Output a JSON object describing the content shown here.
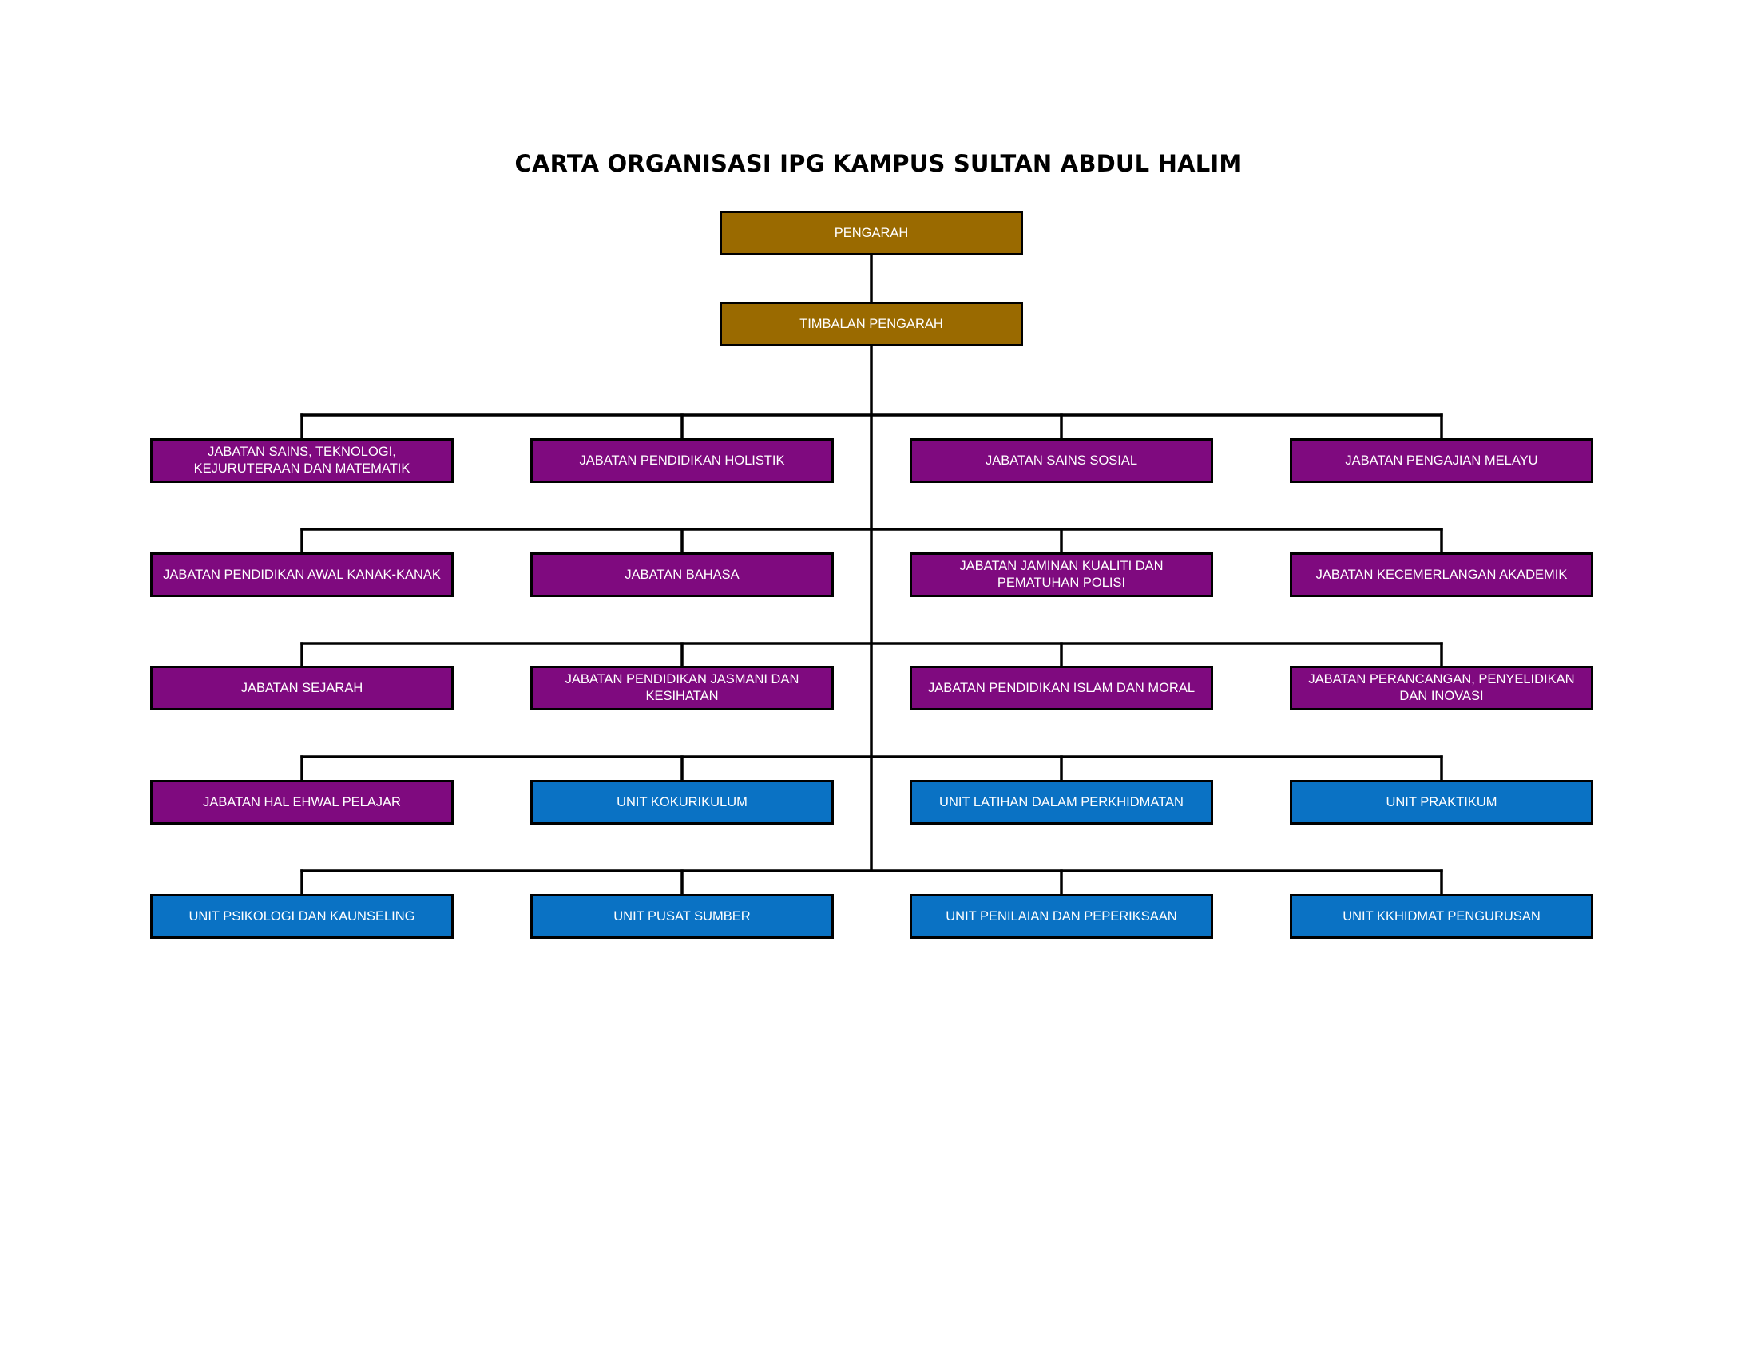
{
  "title": "CARTA ORGANISASI IPG KAMPUS SULTAN ABDUL HALIM",
  "colors": {
    "leadership": "#9a6a00",
    "jabatan": "#7f0a7f",
    "unit": "#0a72c4",
    "border": "#000000",
    "connector": "#000000"
  },
  "leadership": {
    "pengarah": "PENGARAH",
    "timbalan": "TIMBALAN PENGARAH"
  },
  "rows": [
    [
      {
        "label": "JABATAN SAINS, TEKNOLOGI, KEJURUTERAAN DAN MATEMATIK",
        "kind": "jabatan"
      },
      {
        "label": "JABATAN PENDIDIKAN HOLISTIK",
        "kind": "jabatan"
      },
      {
        "label": "JABATAN SAINS SOSIAL",
        "kind": "jabatan"
      },
      {
        "label": "JABATAN PENGAJIAN MELAYU",
        "kind": "jabatan"
      }
    ],
    [
      {
        "label": "JABATAN PENDIDIKAN AWAL KANAK-KANAK",
        "kind": "jabatan"
      },
      {
        "label": "JABATAN BAHASA",
        "kind": "jabatan"
      },
      {
        "label": "JABATAN JAMINAN KUALITI DAN PEMATUHAN POLISI",
        "kind": "jabatan"
      },
      {
        "label": "JABATAN KECEMERLANGAN AKADEMIK",
        "kind": "jabatan"
      }
    ],
    [
      {
        "label": "JABATAN SEJARAH",
        "kind": "jabatan"
      },
      {
        "label": "JABATAN PENDIDIKAN JASMANI DAN KESIHATAN",
        "kind": "jabatan"
      },
      {
        "label": "JABATAN PENDIDIKAN ISLAM DAN MORAL",
        "kind": "jabatan"
      },
      {
        "label": "JABATAN PERANCANGAN, PENYELIDIKAN DAN INOVASI",
        "kind": "jabatan"
      }
    ],
    [
      {
        "label": "JABATAN HAL EHWAL PELAJAR",
        "kind": "jabatan"
      },
      {
        "label": "UNIT KOKURIKULUM",
        "kind": "unit"
      },
      {
        "label": "UNIT LATIHAN DALAM PERKHIDMATAN",
        "kind": "unit"
      },
      {
        "label": "UNIT PRAKTIKUM",
        "kind": "unit"
      }
    ],
    [
      {
        "label": "UNIT PSIKOLOGI DAN KAUNSELING",
        "kind": "unit"
      },
      {
        "label": "UNIT PUSAT SUMBER",
        "kind": "unit"
      },
      {
        "label": "UNIT PENILAIAN DAN PEPERIKSAAN",
        "kind": "unit"
      },
      {
        "label": "UNIT KKHIDMAT PENGURUSAN",
        "kind": "unit"
      }
    ]
  ]
}
